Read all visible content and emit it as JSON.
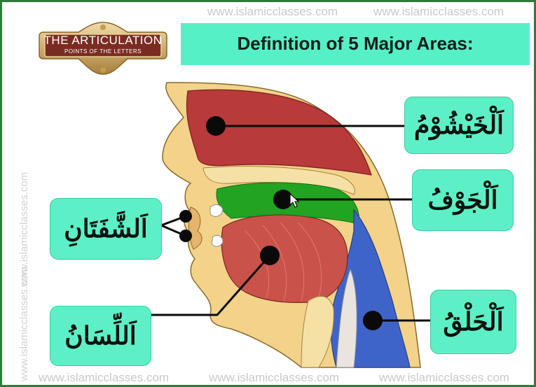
{
  "watermark": {
    "top_left": "www.islamicclasses.com",
    "top_right": "www.islamicclasses.com",
    "bottom_1": "www.islamicclasses.com",
    "bottom_2": "www.islamicclasses.com",
    "bottom_3": "www.islamicclasses.com",
    "side_1": "www.islamicclasses.com",
    "side_2": "www.islamicclasses.com"
  },
  "badge": {
    "line1": "THE ARTICULATION",
    "line2": "POINTS OF THE LETTERS"
  },
  "title": "Definition of 5 Major Areas:",
  "labels": {
    "nasal": "اَلْخَيْشُوْمُ",
    "jawf": "اَلْجَوْفُ",
    "lips": "اَلشَّفَتَانِ",
    "tongue": "اَللِّسَانُ",
    "throat": "اَلْحَلْقُ"
  },
  "colors": {
    "frame": "#2f7a3a",
    "label_bg": "#5df0c6",
    "nasal_cavity": "#b83a3a",
    "mouth_space": "#22a322",
    "tongue": "#c9524a",
    "throat": "#3f64c9",
    "skin": "#f3d38a"
  }
}
